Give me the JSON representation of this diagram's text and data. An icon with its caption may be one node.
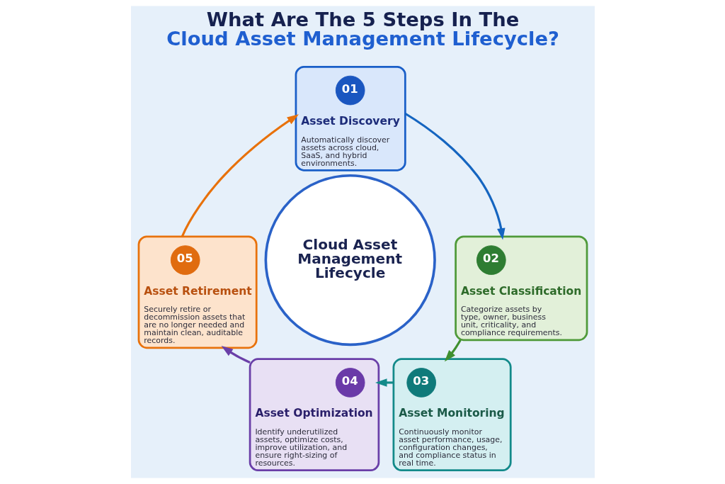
{
  "diagram": {
    "title": "What Are The 5 Steps In The Cloud Asset Management Lifecycle?",
    "nodes": [
      {
        "text": [
          "Asset Discovery",
          "Automatically discover assets across cloud, SaaS, and hybrid environments."
        ]
      },
      {
        "text": [
          "01"
        ],
        "in": 0
      },
      {
        "text": [
          "Asset Classification",
          "Categorize assets by type, owner, business unit, criticality, and compliance requirements."
        ]
      },
      {
        "text": [
          "02"
        ],
        "in": 2
      },
      {
        "text": [
          "Asset Monitoring",
          "Continuously monitor asset performance, usage, configuration changes, and compliance status in real time."
        ]
      },
      {
        "text": [
          "03"
        ],
        "in": 4
      },
      {
        "text": [
          "Asset Optimization",
          "Identify underutilized assets, optimize costs, improve utilization, and ensure right-sizing of resources."
        ]
      },
      {
        "text": [
          "04"
        ],
        "in": 6
      },
      {
        "text": [
          "Asset Retirement",
          "Securely retire or decommission assets that are no longer needed and maintain clean, auditable records."
        ]
      },
      {
        "text": [
          "05"
        ],
        "in": 8
      },
      {
        "text": [
          "Cloud Asset Management Lifecycle"
        ]
      }
    ],
    "edges": [
      {
        "from": 0,
        "to": 2,
        "arrow": "to",
        "color": "#1565c0"
      },
      {
        "from": 2,
        "to": 4,
        "arrow": "to",
        "color": "#3f8f2f"
      },
      {
        "from": 4,
        "to": 6,
        "arrow": "to",
        "color": "#138a8a"
      },
      {
        "from": 6,
        "to": 8,
        "arrow": "to",
        "color": "#6a3fa8"
      },
      {
        "from": 8,
        "to": 0,
        "arrow": "to",
        "color": "#e8710a"
      }
    ]
  }
}
